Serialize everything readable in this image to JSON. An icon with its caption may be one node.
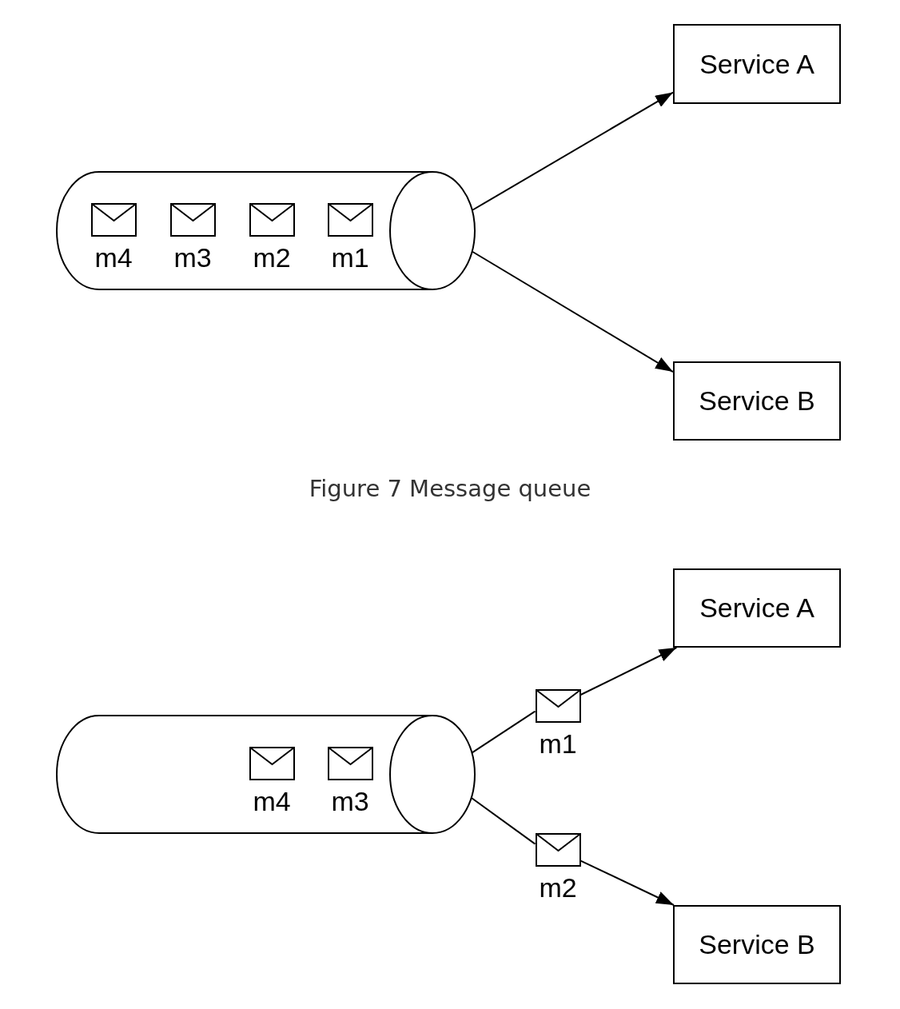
{
  "diagram": {
    "caption": "Figure 7 Message queue",
    "nodes": [
      {
        "text": [],
        "shape": "cylinder"
      },
      {
        "text": [
          "m4"
        ],
        "in": 0
      },
      {
        "text": [
          "m3"
        ],
        "in": 0
      },
      {
        "text": [
          "m2"
        ],
        "in": 0
      },
      {
        "text": [
          "m1"
        ],
        "in": 0
      },
      {
        "text": [
          "Service A"
        ]
      },
      {
        "text": [
          "Service B"
        ]
      },
      {
        "text": [],
        "shape": "cylinder"
      },
      {
        "text": [
          "m4"
        ],
        "in": 7
      },
      {
        "text": [
          "m3"
        ],
        "in": 7
      },
      {
        "text": [
          "m1"
        ]
      },
      {
        "text": [
          "Service A"
        ]
      },
      {
        "text": [
          "m2"
        ]
      },
      {
        "text": [
          "Service B"
        ]
      }
    ],
    "edges": [
      {
        "from": 0,
        "to": 5,
        "arrow": "to"
      },
      {
        "from": 0,
        "to": 6,
        "arrow": "to"
      },
      {
        "from": 7,
        "to": 10,
        "arrow": "none"
      },
      {
        "from": 10,
        "to": 11,
        "arrow": "to"
      },
      {
        "from": 7,
        "to": 12,
        "arrow": "none"
      },
      {
        "from": 12,
        "to": 13,
        "arrow": "to"
      }
    ]
  }
}
